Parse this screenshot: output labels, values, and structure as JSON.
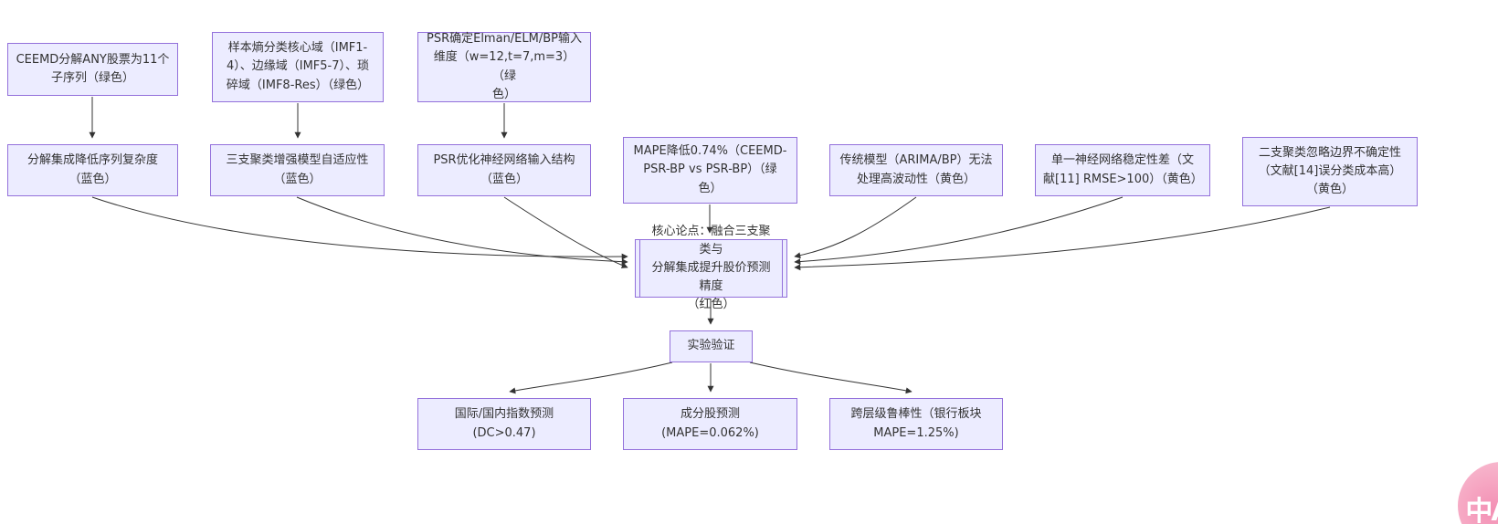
{
  "nodes": {
    "ceemd": {
      "label": "CEEMD分解ANY股票为11个\n子序列（绿色）"
    },
    "sample_entropy": {
      "label": "样本熵分类核心域（IMF1-\n4）、边缘域（IMF5-7）、琐\n碎域（IMF8-Res）（绿色）"
    },
    "psr_dimension": {
      "label": "PSR确定Elman/ELM/BP输入\n维度（w=12,t=7,m=3）（绿\n色）"
    },
    "decomposition": {
      "label": "分解集成降低序列复杂度\n（蓝色）"
    },
    "three_way_cluster": {
      "label": "三支聚类增强模型自适应性\n（蓝色）"
    },
    "psr_optimize": {
      "label": "PSR优化神经网络输入结构\n（蓝色）"
    },
    "mape_reduce": {
      "label": "MAPE降低0.74%（CEEMD-\nPSR-BP vs PSR-BP）（绿\n色）"
    },
    "traditional_model": {
      "label": "传统模型（ARIMA/BP）无法\n处理高波动性（黄色）"
    },
    "single_nn": {
      "label": "单一神经网络稳定性差（文\n献[11] RMSE>100）（黄色）"
    },
    "two_way_cluster": {
      "label": "二支聚类忽略边界不确定性\n（文献[14]误分类成本高）\n（黄色）"
    },
    "core_thesis": {
      "label": "核心论点：融合三支聚类与\n分解集成提升股价预测精度\n（红色）"
    },
    "validation": {
      "label": "实验验证"
    },
    "index_forecast": {
      "label": "国际/国内指数预测\n(DC>0.47)"
    },
    "constituent_forecast": {
      "label": "成分股预测\n(MAPE=0.062%)"
    },
    "robustness": {
      "label": "跨层级鲁棒性（银行板块\nMAPE=1.25%)"
    }
  },
  "badge": {
    "label": "中A"
  },
  "colors": {
    "node_fill": "#ECECFF",
    "node_border": "#9370DB",
    "edge": "#333333",
    "badge_pink": "#F6A9C4",
    "text": "#333333"
  }
}
